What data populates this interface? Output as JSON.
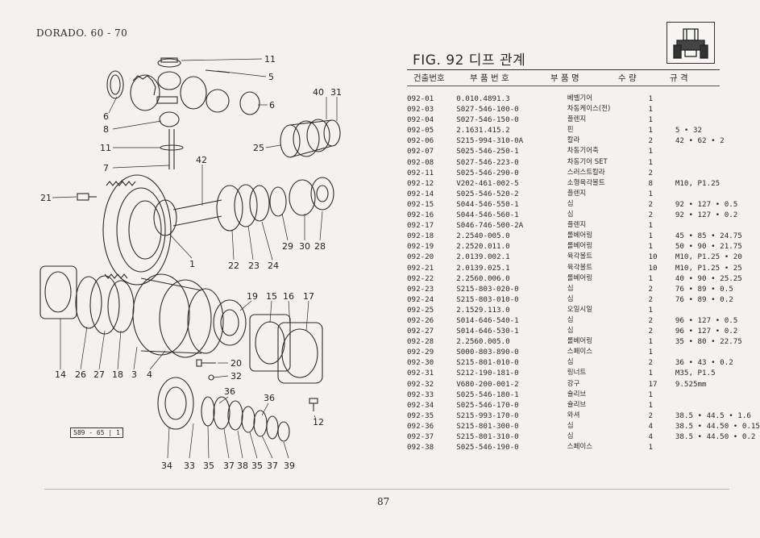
{
  "header": {
    "model": "DORADO. 60 - 70"
  },
  "figure": {
    "title": "FIG. 92 디프 관계"
  },
  "table": {
    "headers": [
      "건출번호",
      "부 품 번 호",
      "부 품 명",
      "수 량",
      "규   격"
    ],
    "rows": [
      [
        "092-01",
        "0.010.4891.3",
        "베벨기어",
        "1",
        ""
      ],
      [
        "092-03",
        "S027-546-100-0",
        "차동케이스(전)",
        "1",
        ""
      ],
      [
        "092-04",
        "S027-546-150-0",
        "플렌지",
        "1",
        ""
      ],
      [
        "092-05",
        "2.1631.415.2",
        "핀",
        "1",
        "5 • 32"
      ],
      [
        "092-06",
        "S215-994-310-0A",
        "칼라",
        "2",
        "42 • 62 • 2"
      ],
      [
        "092-07",
        "S025-546-250-1",
        "차동기어축",
        "1",
        ""
      ],
      [
        "092-08",
        "S027-546-223-0",
        "차동기어 SET",
        "1",
        ""
      ],
      [
        "092-11",
        "S025-546-290-0",
        "스러스트칼라",
        "2",
        ""
      ],
      [
        "092-12",
        "V202-461-002-5",
        "소형육각볼트",
        "8",
        "M10, P1.25"
      ],
      [
        "092-14",
        "S025-546-520-2",
        "플렌지",
        "1",
        ""
      ],
      [
        "092-15",
        "S044-546-550-1",
        "심",
        "2",
        "92 • 127 • 0.5"
      ],
      [
        "092-16",
        "S044-546-560-1",
        "심",
        "2",
        "92 • 127 • 0.2"
      ],
      [
        "092-17",
        "S046-746-500-2A",
        "플렌지",
        "1",
        ""
      ],
      [
        "092-18",
        "2.2540-005.0",
        "롤베어링",
        "1",
        "45 • 85 • 24.75"
      ],
      [
        "092-19",
        "2.2520.011.0",
        "롤베어링",
        "1",
        "50 • 90 • 21.75"
      ],
      [
        "092-20",
        "2.0139.002.1",
        "육각볼트",
        "10",
        "M10, P1.25 • 20"
      ],
      [
        "092-21",
        "2.0139.025.1",
        "육각볼트",
        "10",
        "M10, P1.25 • 25"
      ],
      [
        "092-22",
        "2.2560.006.0",
        "롤베어링",
        "1",
        "40 • 90 • 25.25"
      ],
      [
        "092-23",
        "S215-803-020-0",
        "심",
        "2",
        "76 • 89 • 0.5"
      ],
      [
        "092-24",
        "S215-803-010-0",
        "심",
        "2",
        "76 • 89 • 0.2"
      ],
      [
        "092-25",
        "2.1529.113.0",
        "오일시일",
        "1",
        ""
      ],
      [
        "092-26",
        "S014-646-540-1",
        "심",
        "2",
        "96 • 127 • 0.5"
      ],
      [
        "092-27",
        "S014-646-530-1",
        "심",
        "2",
        "96 • 127 • 0.2"
      ],
      [
        "092-28",
        "2.2560.005.0",
        "롤베어링",
        "1",
        "35 • 80 • 22.75"
      ],
      [
        "092-29",
        "S000-803-890-0",
        "스페이스",
        "1",
        ""
      ],
      [
        "092-30",
        "S215-801-010-0",
        "심",
        "2",
        "36 • 43 • 0.2"
      ],
      [
        "092-31",
        "S212-190-181-0",
        "링너트",
        "1",
        "M35, P1.5"
      ],
      [
        "092-32",
        "V680-200-001-2",
        "강구",
        "17",
        "9.525mm"
      ],
      [
        "092-33",
        "S025-546-180-1",
        "슐리브",
        "1",
        ""
      ],
      [
        "092-34",
        "S025-546-170-0",
        "슐리브",
        "1",
        ""
      ],
      [
        "092-35",
        "S215-993-170-0",
        "와셔",
        "2",
        "38.5 • 44.5 • 1.6"
      ],
      [
        "092-36",
        "S215-801-300-0",
        "심",
        "4",
        "38.5 • 44.50 • 0.15"
      ],
      [
        "092-37",
        "S215-801-310-0",
        "심",
        "4",
        "38.5 • 44.50 • 0.2"
      ],
      [
        "092-38",
        "S025-546-190-0",
        "스페이스",
        "1",
        ""
      ]
    ]
  },
  "diagram": {
    "callouts": [
      "11",
      "5",
      "6",
      "6",
      "8",
      "11",
      "7",
      "40",
      "31",
      "25",
      "42",
      "21",
      "29",
      "30",
      "28",
      "1",
      "22",
      "23",
      "24",
      "19",
      "15",
      "16",
      "17",
      "14",
      "26",
      "27",
      "18",
      "3",
      "4",
      "20",
      "32",
      "36",
      "36",
      "12",
      "34",
      "33",
      "35",
      "37",
      "38",
      "35",
      "37",
      "39"
    ],
    "stamp": "589 - 65 | 1"
  },
  "page": {
    "number": "87"
  }
}
